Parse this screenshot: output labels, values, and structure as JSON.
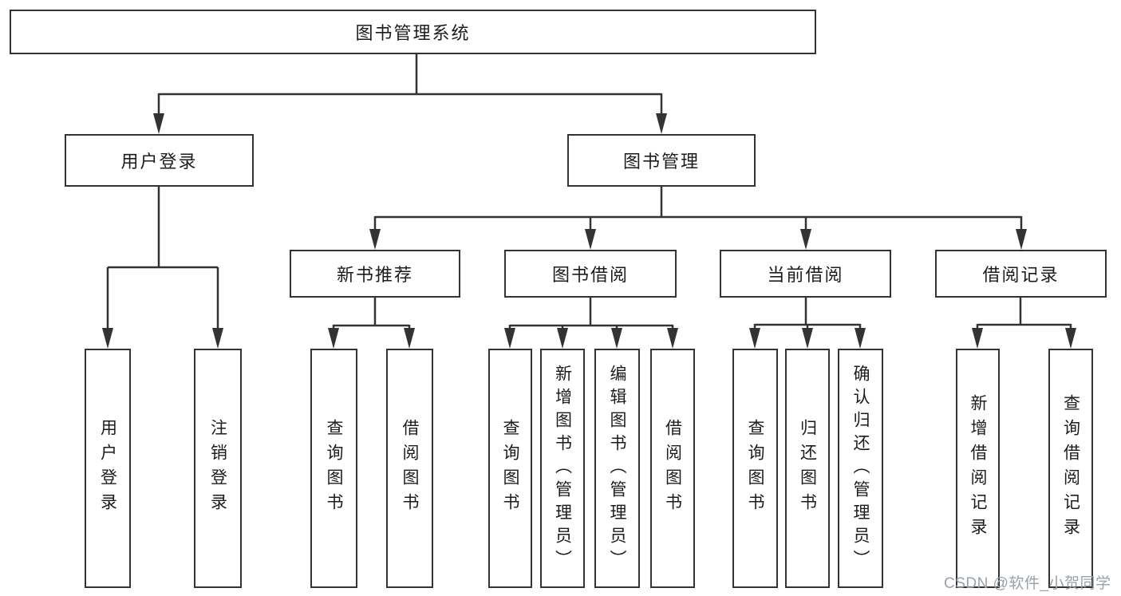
{
  "diagram": {
    "title": "图书管理系统",
    "branches": [
      {
        "label": "用户登录",
        "children": [
          {
            "label": "用户登录"
          },
          {
            "label": "注销登录"
          }
        ]
      },
      {
        "label": "图书管理",
        "children": [
          {
            "label": "新书推荐",
            "children": [
              {
                "label": "查询图书"
              },
              {
                "label": "借阅图书"
              }
            ]
          },
          {
            "label": "图书借阅",
            "children": [
              {
                "label": "查询图书"
              },
              {
                "label": "新增图书（管理员）"
              },
              {
                "label": "编辑图书（管理员）"
              },
              {
                "label": "借阅图书"
              }
            ]
          },
          {
            "label": "当前借阅",
            "children": [
              {
                "label": "查询图书"
              },
              {
                "label": "归还图书"
              },
              {
                "label": "确认归还（管理员）"
              }
            ]
          },
          {
            "label": "借阅记录",
            "children": [
              {
                "label": "新增借阅记录"
              },
              {
                "label": "查询借阅记录"
              }
            ]
          }
        ]
      }
    ]
  },
  "watermark": "CSDN @软件_小贺同学",
  "colors": {
    "line": "#333333",
    "text": "#1c1c1c",
    "watermark": "#9aa1a8",
    "background": "#ffffff"
  }
}
